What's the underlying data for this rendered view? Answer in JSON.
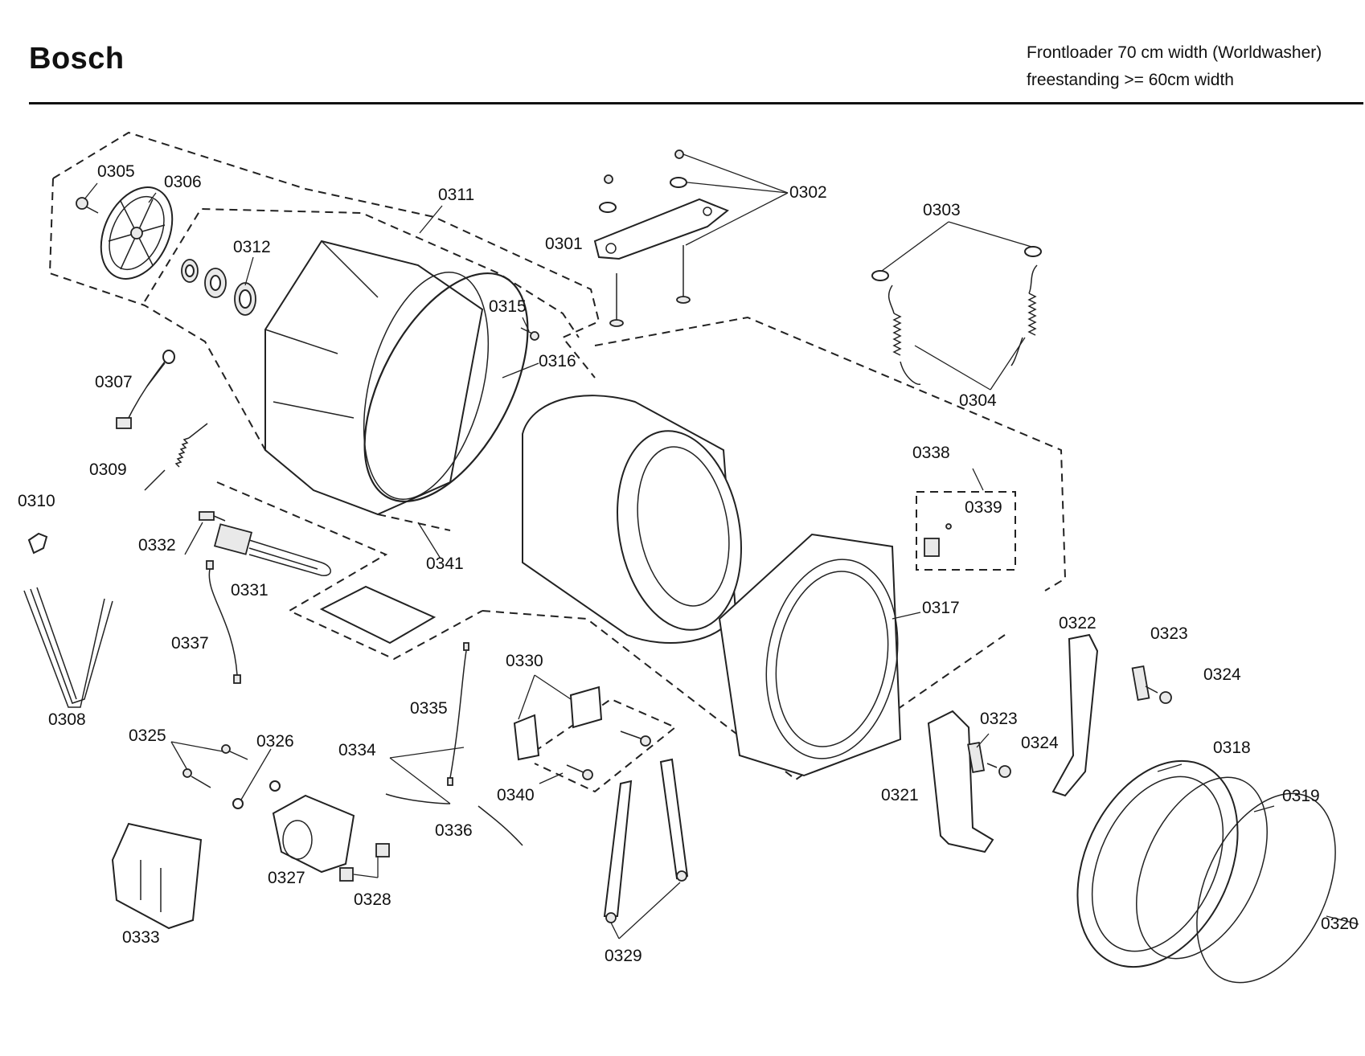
{
  "header": {
    "brand": "Bosch",
    "line1": "Frontloader 70 cm width (Worldwasher)",
    "line2": "freestanding >= 60cm width"
  },
  "parts": {
    "p0301": "0301",
    "p0302": "0302",
    "p0303": "0303",
    "p0304": "0304",
    "p0305": "0305",
    "p0306": "0306",
    "p0307": "0307",
    "p0308": "0308",
    "p0309": "0309",
    "p0310": "0310",
    "p0311": "0311",
    "p0312": "0312",
    "p0315": "0315",
    "p0316": "0316",
    "p0317": "0317",
    "p0318": "0318",
    "p0319": "0319",
    "p0320": "0320",
    "p0321": "0321",
    "p0322": "0322",
    "p0323a": "0323",
    "p0323b": "0323",
    "p0324a": "0324",
    "p0324b": "0324",
    "p0325": "0325",
    "p0326": "0326",
    "p0327": "0327",
    "p0328": "0328",
    "p0329": "0329",
    "p0330": "0330",
    "p0331": "0331",
    "p0332": "0332",
    "p0333": "0333",
    "p0334": "0334",
    "p0335": "0335",
    "p0336": "0336",
    "p0337": "0337",
    "p0338": "0338",
    "p0339": "0339",
    "p0340": "0340",
    "p0341": "0341"
  }
}
